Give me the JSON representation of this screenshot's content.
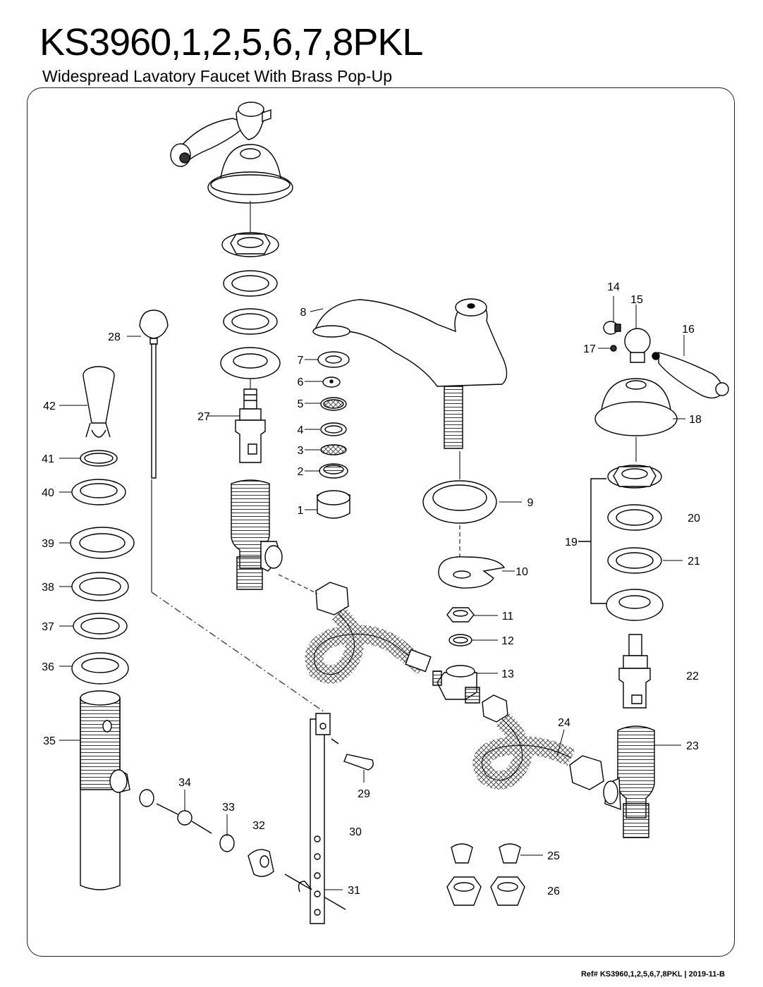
{
  "header": {
    "title": "KS3960,1,2,5,6,7,8PKL",
    "subtitle": "Widespread Lavatory Faucet With Brass Pop-Up"
  },
  "callouts": [
    "1",
    "2",
    "3",
    "4",
    "5",
    "6",
    "7",
    "8",
    "9",
    "10",
    "11",
    "12",
    "13",
    "14",
    "15",
    "16",
    "17",
    "18",
    "19",
    "20",
    "21",
    "22",
    "23",
    "24",
    "25",
    "26",
    "27",
    "28",
    "29",
    "30",
    "31",
    "32",
    "33",
    "34",
    "35",
    "36",
    "37",
    "38",
    "39",
    "40",
    "41",
    "42"
  ],
  "footer": {
    "ref": "Ref# KS3960,1,2,5,6,7,8PKL | 2019-11-B"
  }
}
